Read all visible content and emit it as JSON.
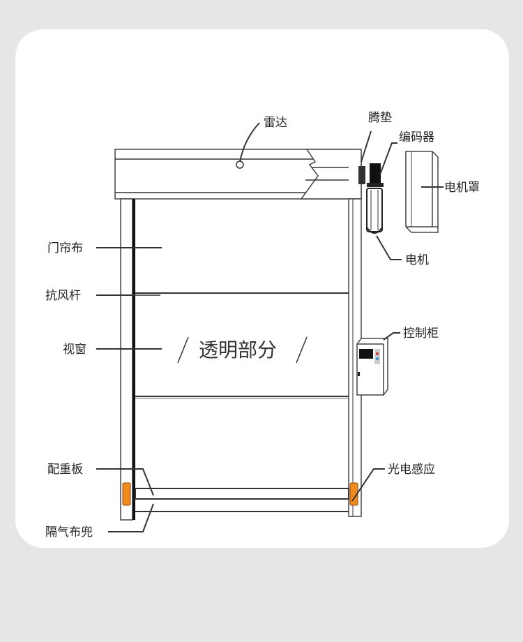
{
  "labels": {
    "radar": "雷达",
    "gasket": "腾垫",
    "encoder": "编码器",
    "motor_cover": "电机罩",
    "motor": "电机",
    "control_box": "控制柜",
    "photo_sensor": "光电感应",
    "curtain": "门帘布",
    "wind_bar": "抗风杆",
    "window": "视窗",
    "counterweight": "配重板",
    "air_pocket": "隔气布兜",
    "transparent": "透明部分"
  },
  "colors": {
    "sensor": "#f28a1e",
    "background": "#e6e6e6",
    "card": "#ffffff"
  }
}
